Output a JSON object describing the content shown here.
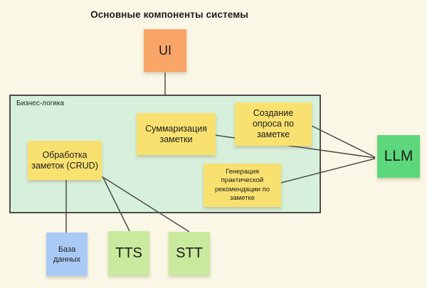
{
  "diagram": {
    "title": "Основные компоненты системы",
    "group": {
      "label": "Бизнес-логика"
    },
    "nodes": {
      "ui": {
        "label": "UI",
        "color": "#F8A567"
      },
      "summarize": {
        "label": "Суммаризация заметки",
        "color": "#F9E170"
      },
      "survey": {
        "label": "Создание опроса по заметке",
        "color": "#F9E170"
      },
      "crud": {
        "label": "Обработка заметок (CRUD)",
        "color": "#F9E170"
      },
      "recommend": {
        "label": "Генерация практической рекомендации по заметке",
        "color": "#F9E170"
      },
      "llm": {
        "label": "LLM",
        "color": "#5CD77B"
      },
      "db": {
        "label": "База данных",
        "color": "#AACAF6"
      },
      "tts": {
        "label": "TTS",
        "color": "#C9EA9D"
      },
      "stt": {
        "label": "STT",
        "color": "#C9EA9D"
      }
    },
    "connections": [
      {
        "from": "ui",
        "to": "business-logic-group"
      },
      {
        "from": "summarize",
        "to": "llm"
      },
      {
        "from": "survey",
        "to": "llm"
      },
      {
        "from": "recommend",
        "to": "llm"
      },
      {
        "from": "crud",
        "to": "db"
      },
      {
        "from": "crud",
        "to": "tts"
      },
      {
        "from": "crud",
        "to": "stt"
      }
    ],
    "colors": {
      "background": "#FBF7E6",
      "group_fill": "#D7F0DB",
      "border": "#4C4C4C",
      "text": "#1C1C1C"
    }
  }
}
